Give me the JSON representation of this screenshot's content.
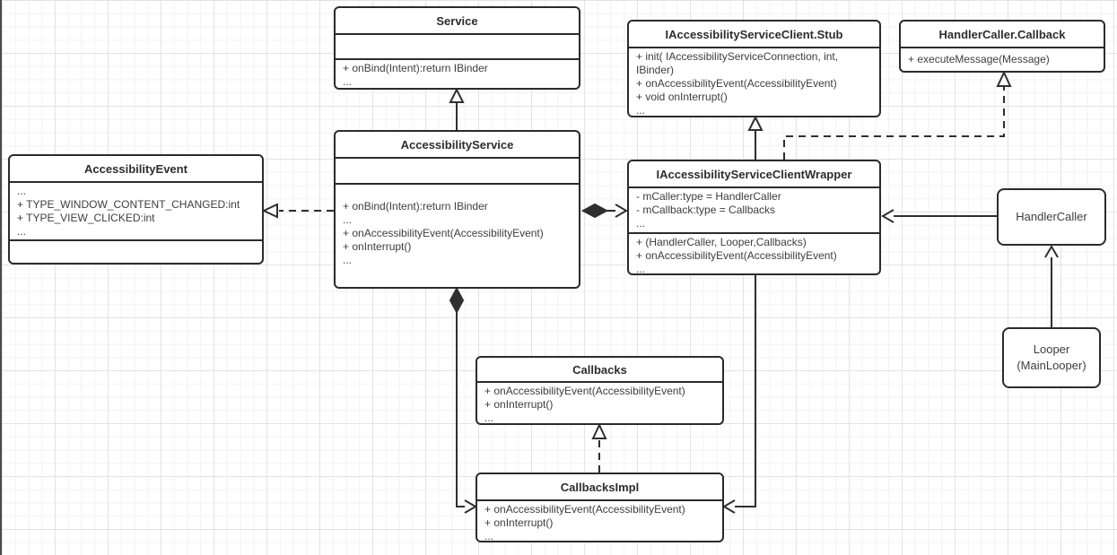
{
  "diagram": {
    "kind": "uml-class-diagram",
    "colors": {
      "stroke": "#2f2f2f",
      "box_background": "#ffffff",
      "grid_minor": "#f2f2f4",
      "grid_major": "#e3e3e6"
    },
    "classes": {
      "service": {
        "title": "Service",
        "methods": [
          "+ onBind(Intent):return IBinder",
          "..."
        ]
      },
      "stub": {
        "title": "IAccessibilityServiceClient.Stub",
        "methods": [
          "+ init( IAccessibilityServiceConnection, int, IBinder)",
          "+ onAccessibilityEvent(AccessibilityEvent)",
          "+ void onInterrupt()",
          "..."
        ]
      },
      "handler_callback": {
        "title": "HandlerCaller.Callback",
        "methods": [
          "+ executeMessage(Message)"
        ]
      },
      "accessibility_event": {
        "title": "AccessibilityEvent",
        "attributes": [
          "...",
          "+ TYPE_WINDOW_CONTENT_CHANGED:int",
          "+ TYPE_VIEW_CLICKED:int",
          "..."
        ]
      },
      "accessibility_service": {
        "title": "AccessibilityService",
        "methods": [
          "+ onBind(Intent):return IBinder",
          "...",
          "+ onAccessibilityEvent(AccessibilityEvent)",
          "+ onInterrupt()",
          "..."
        ]
      },
      "wrapper": {
        "title": "IAccessibilityServiceClientWrapper",
        "attributes": [
          "- mCaller:type = HandlerCaller",
          "- mCallback:type = Callbacks",
          "..."
        ],
        "methods": [
          "+ (HandlerCaller, Looper,Callbacks)",
          "+ onAccessibilityEvent(AccessibilityEvent)",
          "..."
        ]
      },
      "handler_caller": {
        "title": "HandlerCaller"
      },
      "looper": {
        "title": "Looper",
        "subtitle": "(MainLooper)"
      },
      "callbacks": {
        "title": "Callbacks",
        "methods": [
          "+ onAccessibilityEvent(AccessibilityEvent)",
          "+ onInterrupt()",
          "..."
        ]
      },
      "callbacks_impl": {
        "title": "CallbacksImpl",
        "methods": [
          "+ onAccessibilityEvent(AccessibilityEvent)",
          "+ onInterrupt()",
          "..."
        ]
      }
    },
    "relationships": [
      {
        "from": "AccessibilityService",
        "to": "Service",
        "type": "generalization"
      },
      {
        "from": "IAccessibilityServiceClientWrapper",
        "to": "IAccessibilityServiceClient.Stub",
        "type": "generalization"
      },
      {
        "from": "IAccessibilityServiceClientWrapper",
        "to": "HandlerCaller.Callback",
        "type": "realization"
      },
      {
        "from": "AccessibilityService",
        "to": "AccessibilityEvent",
        "type": "dashed-dependency"
      },
      {
        "from": "AccessibilityService",
        "to": "IAccessibilityServiceClientWrapper",
        "type": "composition"
      },
      {
        "from": "HandlerCaller",
        "to": "IAccessibilityServiceClientWrapper",
        "type": "association"
      },
      {
        "from": "Looper (MainLooper)",
        "to": "HandlerCaller",
        "type": "association"
      },
      {
        "from": "CallbacksImpl",
        "to": "Callbacks",
        "type": "realization"
      },
      {
        "from": "AccessibilityService",
        "to": "CallbacksImpl",
        "type": "composition"
      },
      {
        "from": "IAccessibilityServiceClientWrapper",
        "to": "CallbacksImpl",
        "type": "association"
      }
    ]
  }
}
